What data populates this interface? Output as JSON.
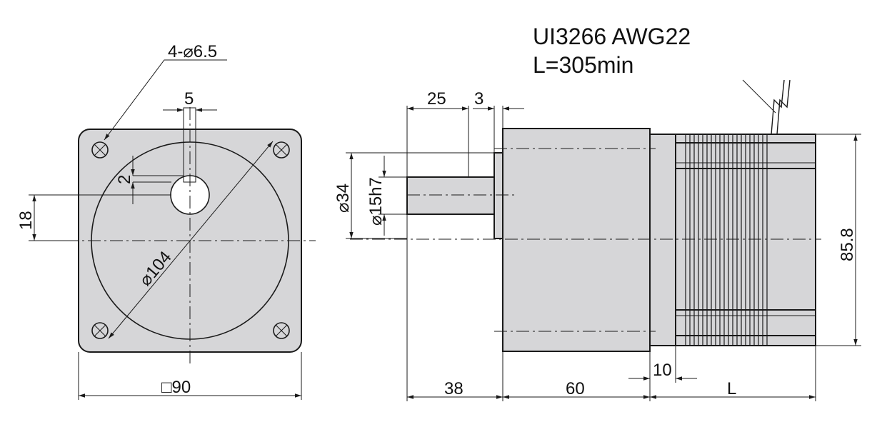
{
  "labels": {
    "holes": "4-⌀6.5",
    "key_width": "5",
    "key_depth": "2",
    "offset": "18",
    "pilot_diameter": "⌀104",
    "flange_square": "□90",
    "cable_spec": "UI3266 AWG22",
    "cable_length": "L=305min",
    "shaft_protrusion": "25",
    "pilot_step": "3",
    "boss_diameter": "⌀34",
    "shaft_diameter": "⌀15h7",
    "height": "85.8",
    "dim_38": "38",
    "dim_60": "60",
    "dim_10": "10",
    "dim_L": "L"
  },
  "colors": {
    "body_fill": "#d6d6d8",
    "line": "#1a1a1a",
    "text": "#111111"
  }
}
